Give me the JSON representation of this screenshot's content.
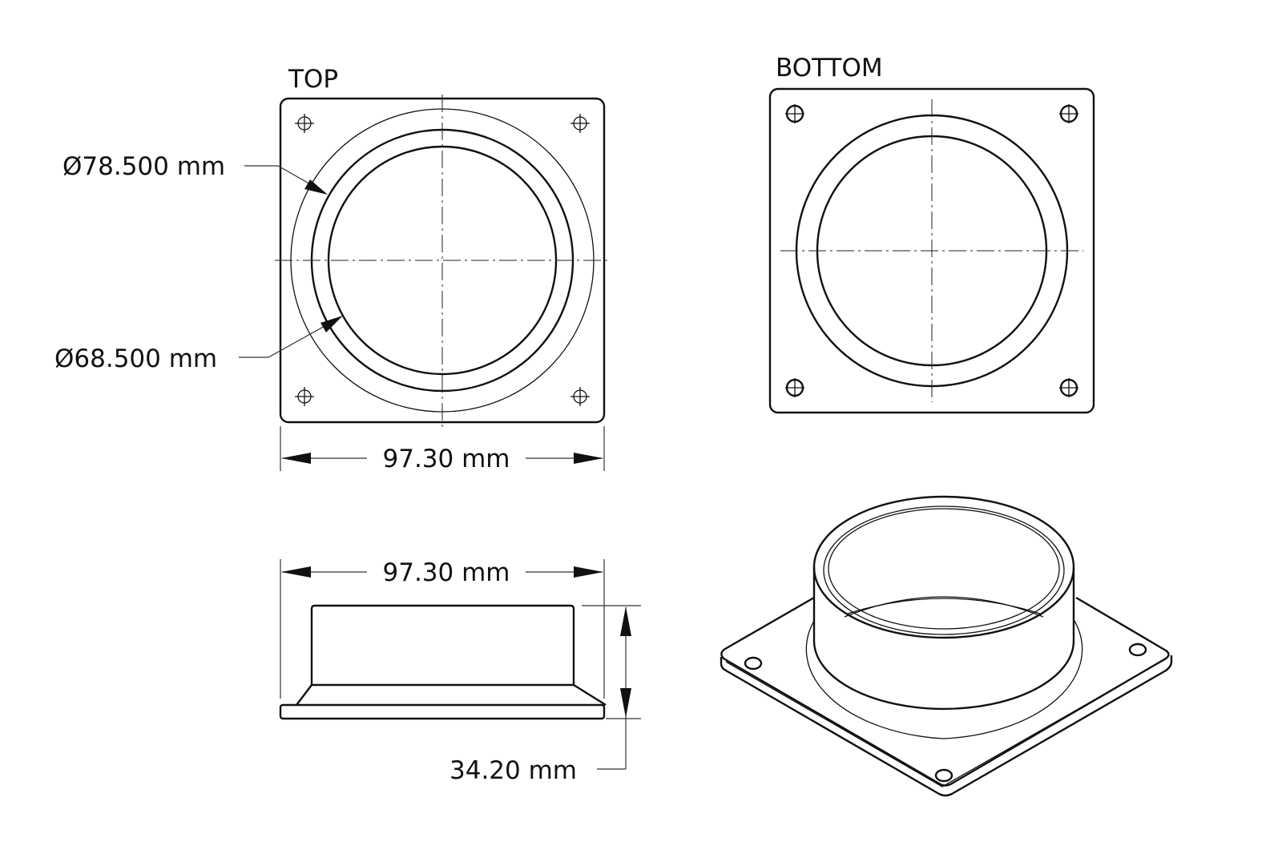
{
  "views": {
    "top": {
      "label": "TOP"
    },
    "bottom": {
      "label": "BOTTOM"
    }
  },
  "dimensions": {
    "outer_diameter": "Ø78.500 mm",
    "inner_diameter": "Ø68.500 mm",
    "top_width": "97.30 mm",
    "side_width": "97.30 mm",
    "height": "34.20 mm"
  },
  "colors": {
    "line": "#111111",
    "background": "#ffffff"
  }
}
